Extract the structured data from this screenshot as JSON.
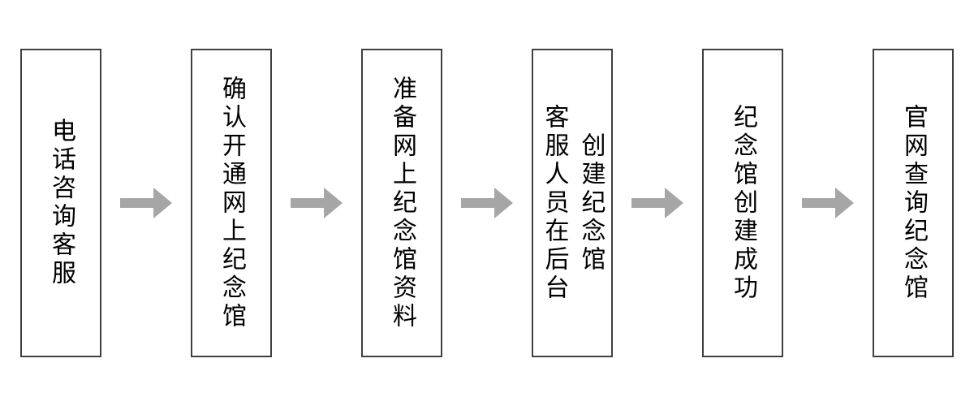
{
  "flowchart": {
    "direction": "left-to-right",
    "background_color": "#ffffff",
    "box_fill_color": "#ffffff",
    "box_border_color": "#404040",
    "text_color": "#000000",
    "arrow_color": "#a6a6a6",
    "arrow_icon": "arrow-right-icon",
    "steps": [
      {
        "lines": [
          "电话咨询客服"
        ]
      },
      {
        "lines": [
          "确认开通网上纪念馆"
        ]
      },
      {
        "lines": [
          "准备网上纪念馆资料"
        ]
      },
      {
        "lines": [
          "客服人员在后台",
          "创建纪念馆"
        ]
      },
      {
        "lines": [
          "纪念馆创建成功"
        ]
      },
      {
        "lines": [
          "官网查询纪念馆"
        ]
      }
    ]
  }
}
